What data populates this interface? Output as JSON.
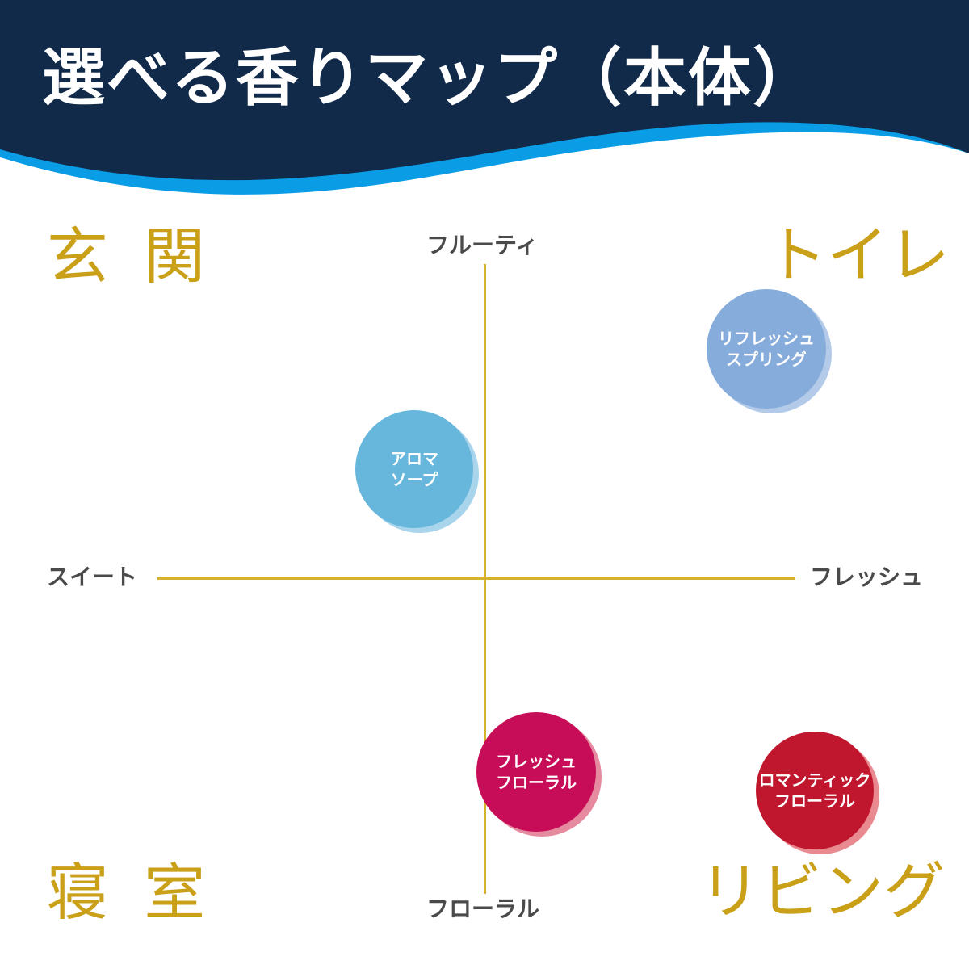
{
  "header": {
    "title": "選べる香りマップ（本体）",
    "colors": {
      "navy": "#112a4a",
      "wave_blue": "#0a9de6"
    }
  },
  "axes": {
    "top": "フルーティ",
    "bottom": "フローラル",
    "left": "スイート",
    "right": "フレッシュ",
    "color": "#d4b22a"
  },
  "quadrants": {
    "top_left": "玄 関",
    "top_right": "トイレ",
    "bottom_left": "寝 室",
    "bottom_right": "リビング",
    "color": "#c9a018"
  },
  "scents": [
    {
      "line1": "リフレッシュ",
      "line2": "スプリング",
      "color": "#86acdc",
      "shadow": "#b3cbe9",
      "quadrant": "トイレ"
    },
    {
      "line1": "アロマ",
      "line2": "ソープ",
      "color": "#67b6dc",
      "shadow": "#a8d4ec",
      "quadrant": "玄関"
    },
    {
      "line1": "フレッシュ",
      "line2": "フローラル",
      "color": "#c70d57",
      "shadow": "#e68aa0",
      "quadrant": "寝室/リビング境界"
    },
    {
      "line1": "ロマンティック",
      "line2": "フローラル",
      "color": "#c0172e",
      "shadow": "#e88a90",
      "quadrant": "リビング"
    }
  ]
}
